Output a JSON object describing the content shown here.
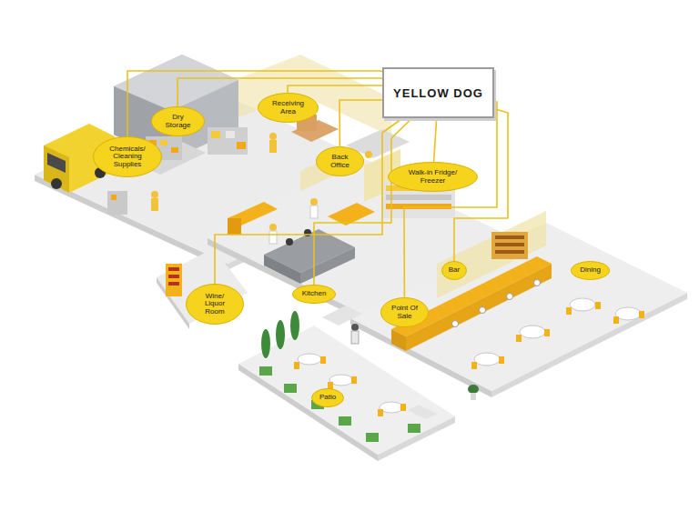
{
  "diagram": {
    "nodes": [
      {
        "text": [
          "YELLOW DOG"
        ]
      },
      {
        "text": [
          "Dry Storage"
        ]
      },
      {
        "text": [
          "Receiving Area"
        ]
      },
      {
        "text": [
          "Chemicals/ Cleaning Supplies"
        ]
      },
      {
        "text": [
          "Back Office"
        ]
      },
      {
        "text": [
          "Walk-in Fridge/ Freezer"
        ]
      },
      {
        "text": [
          "Kitchen"
        ]
      },
      {
        "text": [
          "Wine/ Liquor Room"
        ]
      },
      {
        "text": [
          "Bar"
        ]
      },
      {
        "text": [
          "Dining"
        ]
      },
      {
        "text": [
          "Point Of Sale"
        ]
      },
      {
        "text": [
          "Patio"
        ]
      }
    ],
    "edges": [
      {
        "from": 0,
        "to": 3,
        "arrow": "none"
      },
      {
        "from": 0,
        "to": 1,
        "arrow": "none"
      },
      {
        "from": 0,
        "to": 2,
        "arrow": "none"
      },
      {
        "from": 0,
        "to": 4,
        "arrow": "none"
      },
      {
        "from": 0,
        "to": 5,
        "arrow": "none"
      },
      {
        "from": 0,
        "to": 6,
        "arrow": "none"
      },
      {
        "from": 0,
        "to": 7,
        "arrow": "none"
      },
      {
        "from": 0,
        "to": 10,
        "arrow": "none"
      },
      {
        "from": 0,
        "to": 8,
        "arrow": "none"
      }
    ]
  }
}
